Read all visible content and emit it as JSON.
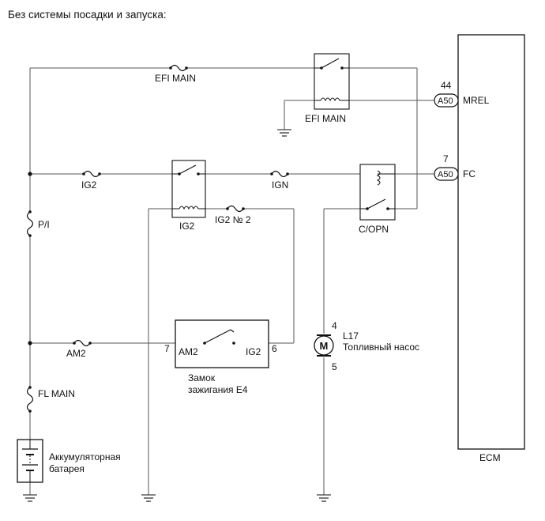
{
  "title": "Без системы посадки и запуска:",
  "labels": {
    "efi_main_fuse": "EFI MAIN",
    "efi_main_relay": "EFI MAIN",
    "ig2_fuse": "IG2",
    "ig2_relay": "IG2",
    "ign_fuse": "IGN",
    "ig2_no2_fuse": "IG2 № 2",
    "copn_relay": "C/OPN",
    "pi_fuse": "P/I",
    "am2_fuse": "AM2",
    "fl_main_fuse": "FL MAIN",
    "battery_line1": "Аккумуляторная",
    "battery_line2": "батарея",
    "ignition_term_am2": "AM2",
    "ignition_term_ig2": "IG2",
    "ignition_pin_am2": "7",
    "ignition_pin_ig2": "6",
    "ignition_line1": "Замок",
    "ignition_line2": "зажигания E4",
    "pump_code": "L17",
    "pump_name": "Топливный насос",
    "pump_pin_top": "4",
    "pump_pin_bottom": "5",
    "pump_symbol": "M",
    "ecm": "ECM",
    "mrel_pin": "44",
    "mrel_connector": "A50",
    "mrel_signal": "MREL",
    "fc_pin": "7",
    "fc_connector": "A50",
    "fc_signal": "FC"
  }
}
